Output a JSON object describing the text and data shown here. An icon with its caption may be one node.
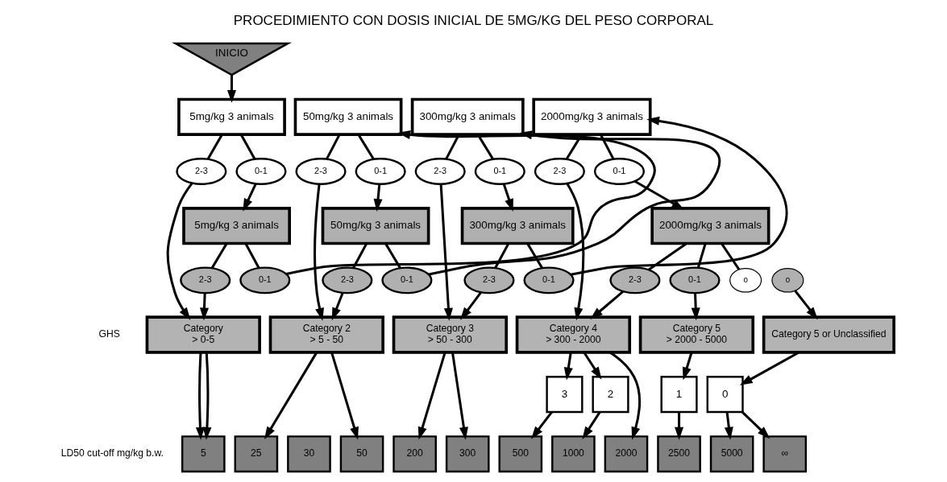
{
  "diagram": {
    "title": "PROCEDIMIENTO CON DOSIS INICIAL DE 5MG/KG DEL PESO CORPORAL",
    "nodes": [
      {
        "text": [
          "INICIO"
        ]
      },
      {
        "text": [
          "5mg/kg 3 animals"
        ]
      },
      {
        "text": [
          "50mg/kg 3 animals"
        ]
      },
      {
        "text": [
          "300mg/kg 3 animals"
        ]
      },
      {
        "text": [
          "2000mg/kg 3 animals"
        ]
      },
      {
        "text": [
          "2-3"
        ]
      },
      {
        "text": [
          "0-1"
        ]
      },
      {
        "text": [
          "2-3"
        ]
      },
      {
        "text": [
          "0-1"
        ]
      },
      {
        "text": [
          "2-3"
        ]
      },
      {
        "text": [
          "0-1"
        ]
      },
      {
        "text": [
          "2-3"
        ]
      },
      {
        "text": [
          "0-1"
        ]
      },
      {
        "text": [
          "5mg/kg 3 animals"
        ]
      },
      {
        "text": [
          "50mg/kg 3 animals"
        ]
      },
      {
        "text": [
          "300mg/kg 3 animals"
        ]
      },
      {
        "text": [
          "2000mg/kg 3 animals"
        ]
      },
      {
        "text": [
          "2-3"
        ]
      },
      {
        "text": [
          "0-1"
        ]
      },
      {
        "text": [
          "2-3"
        ]
      },
      {
        "text": [
          "0-1"
        ]
      },
      {
        "text": [
          "2-3"
        ]
      },
      {
        "text": [
          "0-1"
        ]
      },
      {
        "text": [
          "2-3"
        ]
      },
      {
        "text": [
          "0-1"
        ]
      },
      {
        "text": [
          "0"
        ]
      },
      {
        "text": [
          "0"
        ]
      },
      {
        "text": [
          "Category",
          "> 0-5"
        ]
      },
      {
        "text": [
          "Category 2",
          "> 5 - 50"
        ]
      },
      {
        "text": [
          "Category 3",
          "> 50 - 300"
        ]
      },
      {
        "text": [
          "Category 4",
          "> 300 - 2000"
        ]
      },
      {
        "text": [
          "Category 5",
          "> 2000 - 5000"
        ]
      },
      {
        "text": [
          "Category 5 or Unclassified"
        ]
      },
      {
        "text": [
          "3"
        ]
      },
      {
        "text": [
          "2"
        ]
      },
      {
        "text": [
          "1"
        ]
      },
      {
        "text": [
          "0"
        ]
      },
      {
        "text": [
          "5"
        ]
      },
      {
        "text": [
          "25"
        ]
      },
      {
        "text": [
          "30"
        ]
      },
      {
        "text": [
          "50"
        ]
      },
      {
        "text": [
          "200"
        ]
      },
      {
        "text": [
          "300"
        ]
      },
      {
        "text": [
          "500"
        ]
      },
      {
        "text": [
          "1000"
        ]
      },
      {
        "text": [
          "2000"
        ]
      },
      {
        "text": [
          "2500"
        ]
      },
      {
        "text": [
          "5000"
        ]
      },
      {
        "text": [
          "∞"
        ]
      }
    ],
    "edges": [
      {
        "from": 0,
        "to": 1,
        "arrow": "to"
      },
      {
        "from": 1,
        "to": 5,
        "arrow": "none"
      },
      {
        "from": 1,
        "to": 6,
        "arrow": "none"
      },
      {
        "from": 5,
        "to": 27,
        "arrow": "to"
      },
      {
        "from": 6,
        "to": 13,
        "arrow": "to"
      },
      {
        "from": 13,
        "to": 17,
        "arrow": "none"
      },
      {
        "from": 13,
        "to": 18,
        "arrow": "none"
      },
      {
        "from": 17,
        "to": 27,
        "arrow": "to"
      },
      {
        "from": 18,
        "to": 2,
        "arrow": "to"
      },
      {
        "from": 2,
        "to": 7,
        "arrow": "none"
      },
      {
        "from": 2,
        "to": 8,
        "arrow": "none"
      },
      {
        "from": 7,
        "to": 28,
        "arrow": "to"
      },
      {
        "from": 8,
        "to": 14,
        "arrow": "to"
      },
      {
        "from": 14,
        "to": 19,
        "arrow": "none"
      },
      {
        "from": 14,
        "to": 20,
        "arrow": "none"
      },
      {
        "from": 19,
        "to": 28,
        "arrow": "to"
      },
      {
        "from": 20,
        "to": 3,
        "arrow": "to"
      },
      {
        "from": 3,
        "to": 9,
        "arrow": "none"
      },
      {
        "from": 3,
        "to": 10,
        "arrow": "none"
      },
      {
        "from": 9,
        "to": 29,
        "arrow": "to"
      },
      {
        "from": 10,
        "to": 15,
        "arrow": "to"
      },
      {
        "from": 15,
        "to": 21,
        "arrow": "none"
      },
      {
        "from": 15,
        "to": 22,
        "arrow": "none"
      },
      {
        "from": 21,
        "to": 29,
        "arrow": "to"
      },
      {
        "from": 22,
        "to": 4,
        "arrow": "to"
      },
      {
        "from": 4,
        "to": 11,
        "arrow": "none"
      },
      {
        "from": 4,
        "to": 12,
        "arrow": "none"
      },
      {
        "from": 11,
        "to": 30,
        "arrow": "to"
      },
      {
        "from": 12,
        "to": 16,
        "arrow": "to"
      },
      {
        "from": 16,
        "to": 23,
        "arrow": "none"
      },
      {
        "from": 16,
        "to": 24,
        "arrow": "none"
      },
      {
        "from": 16,
        "to": 25,
        "arrow": "none"
      },
      {
        "from": 23,
        "to": 30,
        "arrow": "to"
      },
      {
        "from": 24,
        "to": 31,
        "arrow": "to"
      },
      {
        "from": 26,
        "to": 32,
        "arrow": "to"
      },
      {
        "from": 27,
        "to": 37,
        "arrow": "to"
      },
      {
        "from": 27,
        "to": 37,
        "arrow": "to"
      },
      {
        "from": 28,
        "to": 38,
        "arrow": "to"
      },
      {
        "from": 28,
        "to": 40,
        "arrow": "to"
      },
      {
        "from": 29,
        "to": 41,
        "arrow": "to"
      },
      {
        "from": 29,
        "to": 42,
        "arrow": "to"
      },
      {
        "from": 30,
        "to": 33,
        "arrow": "to"
      },
      {
        "from": 30,
        "to": 34,
        "arrow": "to"
      },
      {
        "from": 30,
        "to": 45,
        "arrow": "to"
      },
      {
        "from": 33,
        "to": 43,
        "arrow": "to"
      },
      {
        "from": 34,
        "to": 44,
        "arrow": "to"
      },
      {
        "from": 31,
        "to": 35,
        "arrow": "to"
      },
      {
        "from": 35,
        "to": 46,
        "arrow": "to"
      },
      {
        "from": 32,
        "to": 36,
        "arrow": "to"
      },
      {
        "from": 36,
        "to": 47,
        "arrow": "to"
      },
      {
        "from": 36,
        "to": 48,
        "arrow": "to"
      }
    ],
    "labels": [
      "GHS",
      "LD50 cut-off mg/kg b.w."
    ]
  }
}
